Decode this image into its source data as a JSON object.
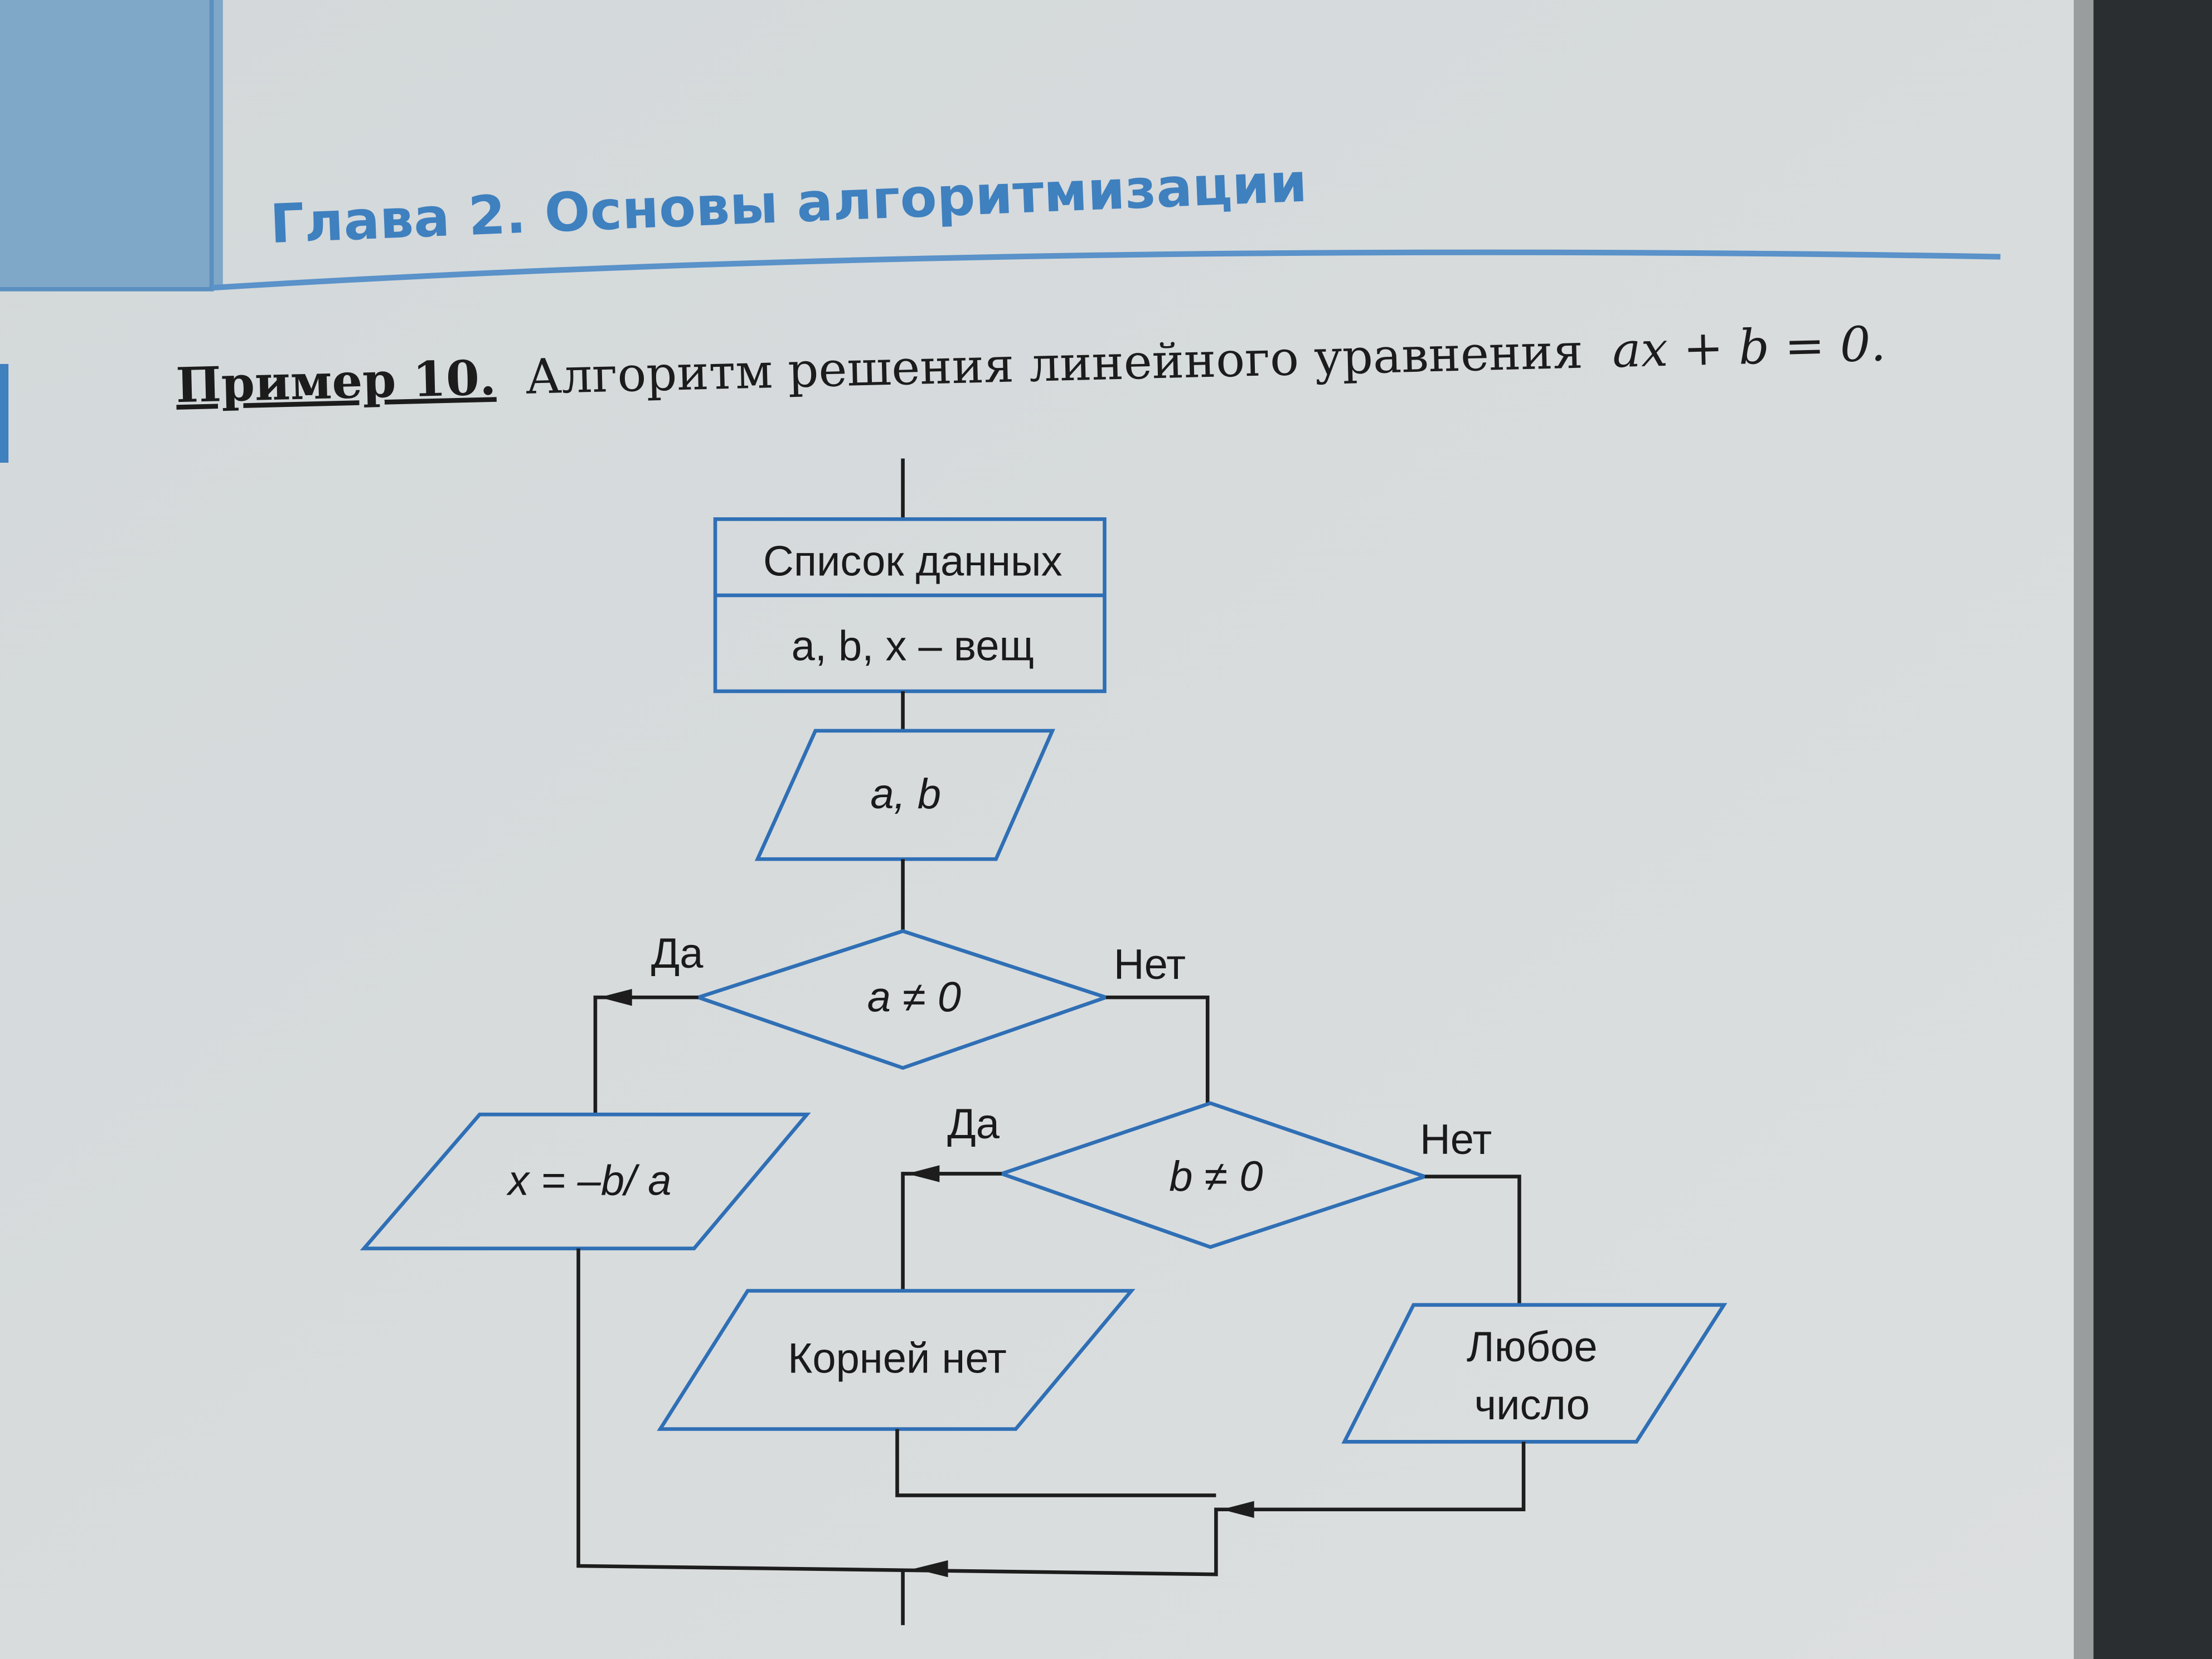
{
  "header": {
    "chapter_title": "Глава 2. Основы алгоритмизации"
  },
  "example": {
    "label": "Пример 10.",
    "title": "Алгоритм решения линейного уравнения",
    "equation": "ax + b = 0."
  },
  "flowchart": {
    "data_block": {
      "title": "Список данных",
      "content": "a, b, x – вещ"
    },
    "input": "a, b",
    "condition_a": "a ≠ 0",
    "condition_b": "b ≠ 0",
    "yes_label": "Да",
    "no_label": "Нет",
    "output_x": "x = –b/ a",
    "output_no_roots": "Корней нет",
    "output_any_line1": "Любое",
    "output_any_line2": "число"
  },
  "colors": {
    "accent": "#3f80bf",
    "shape_stroke": "#2f6fb5",
    "page": "#dfe2e2"
  }
}
